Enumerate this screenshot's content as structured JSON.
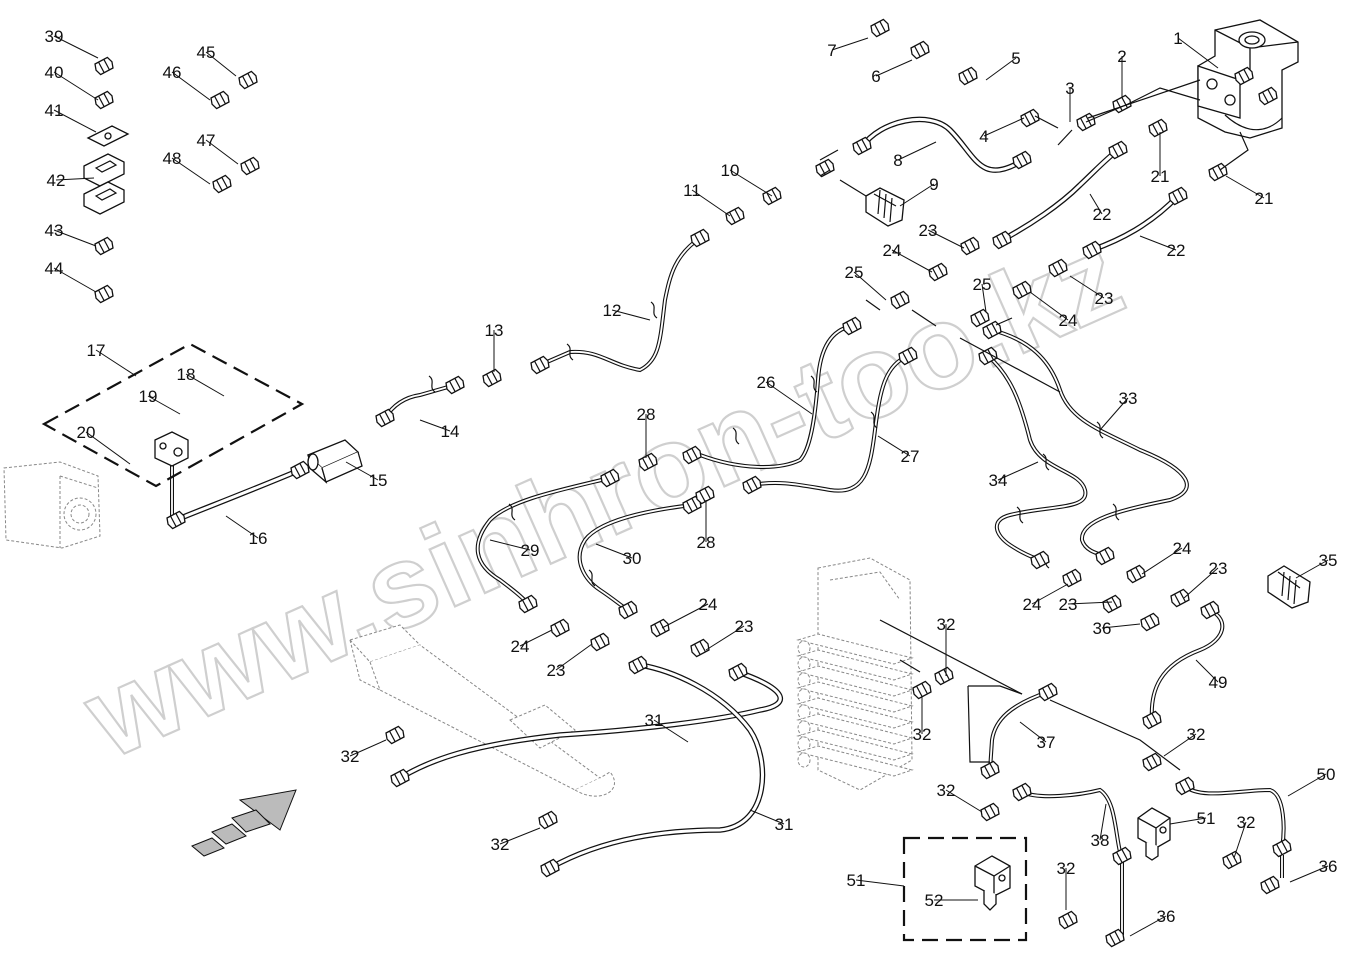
{
  "watermark": "www.sinhron-too.kz",
  "callouts": [
    "1",
    "2",
    "3",
    "4",
    "5",
    "6",
    "7",
    "8",
    "9",
    "10",
    "11",
    "12",
    "13",
    "14",
    "15",
    "16",
    "17",
    "18",
    "19",
    "20",
    "21",
    "22",
    "23",
    "24",
    "25",
    "26",
    "27",
    "28",
    "29",
    "30",
    "31",
    "32",
    "33",
    "34",
    "35",
    "36",
    "37",
    "38",
    "39",
    "40",
    "41",
    "42",
    "43",
    "44",
    "45",
    "46",
    "47",
    "48",
    "49",
    "50",
    "51",
    "52"
  ],
  "corner_text": "",
  "colors": {
    "line": "#111111",
    "watermark": "#cfcfcf",
    "ghost": "#888888"
  },
  "icons": [
    "direction-arrow-icon"
  ]
}
